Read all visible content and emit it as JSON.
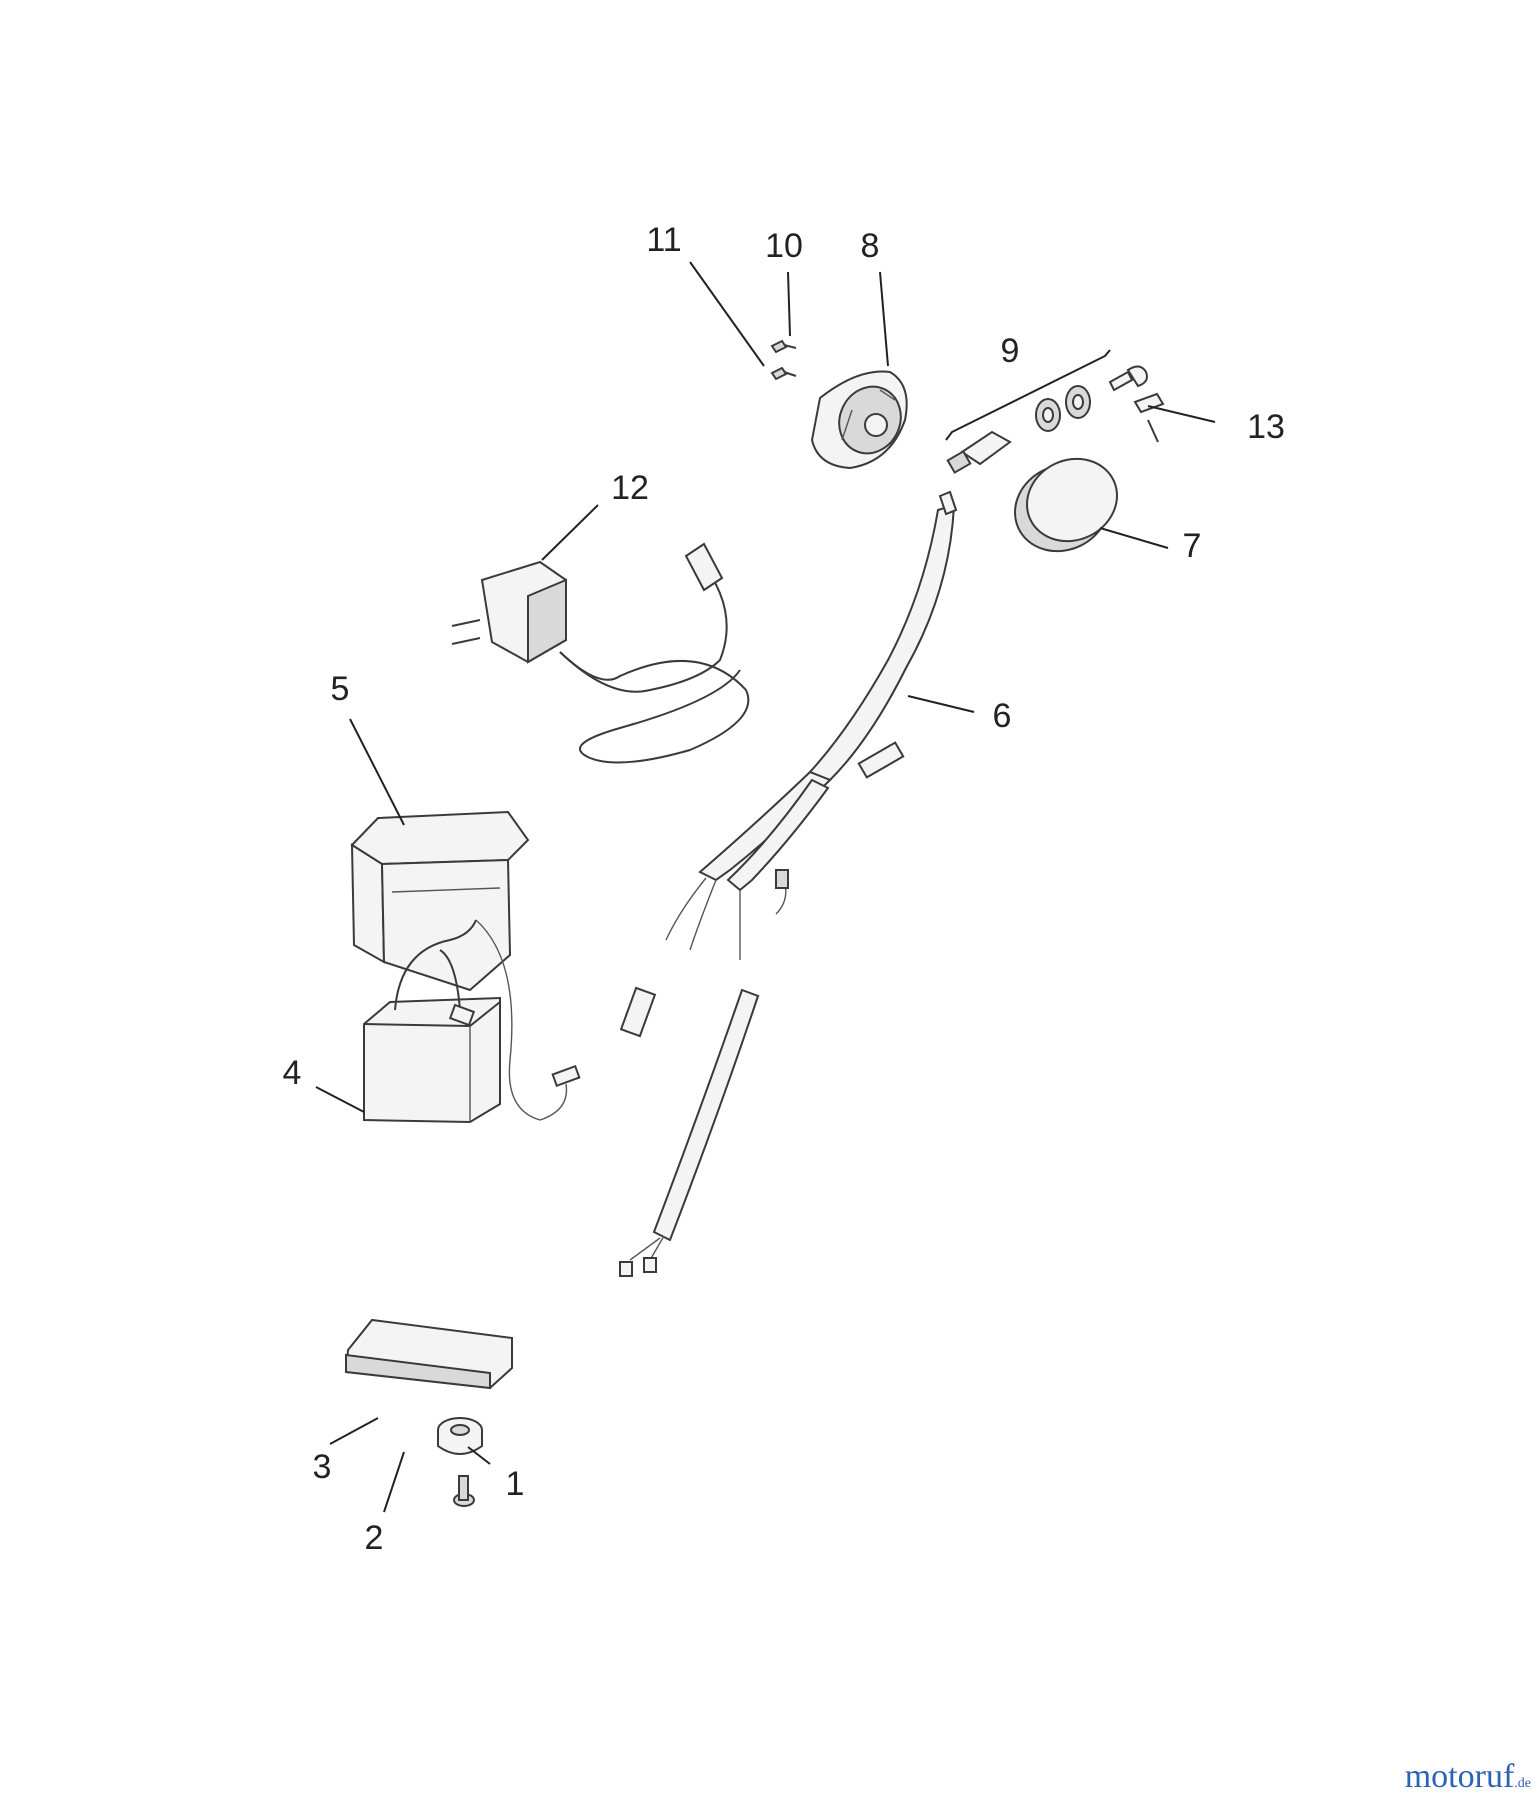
{
  "labels": [
    "1",
    "2",
    "3",
    "4",
    "5",
    "6",
    "7",
    "8",
    "9",
    "10",
    "11",
    "12",
    "13"
  ],
  "watermark": {
    "brand": "motoruf",
    "tld": ".de"
  },
  "parts": [
    {
      "number": "1",
      "icon": "screw-icon"
    },
    {
      "number": "2",
      "icon": "spacer-icon"
    },
    {
      "number": "3",
      "icon": "battery-tray-icon"
    },
    {
      "number": "4",
      "icon": "battery-icon"
    },
    {
      "number": "5",
      "icon": "battery-cover-icon"
    },
    {
      "number": "6",
      "icon": "wiring-harness-icon"
    },
    {
      "number": "7",
      "icon": "cap-icon"
    },
    {
      "number": "8",
      "icon": "switch-housing-icon"
    },
    {
      "number": "9",
      "icon": "ignition-lock-icon"
    },
    {
      "number": "10",
      "icon": "screw-icon"
    },
    {
      "number": "11",
      "icon": "screw-icon"
    },
    {
      "number": "12",
      "icon": "charger-icon"
    },
    {
      "number": "13",
      "icon": "key-icon"
    }
  ]
}
